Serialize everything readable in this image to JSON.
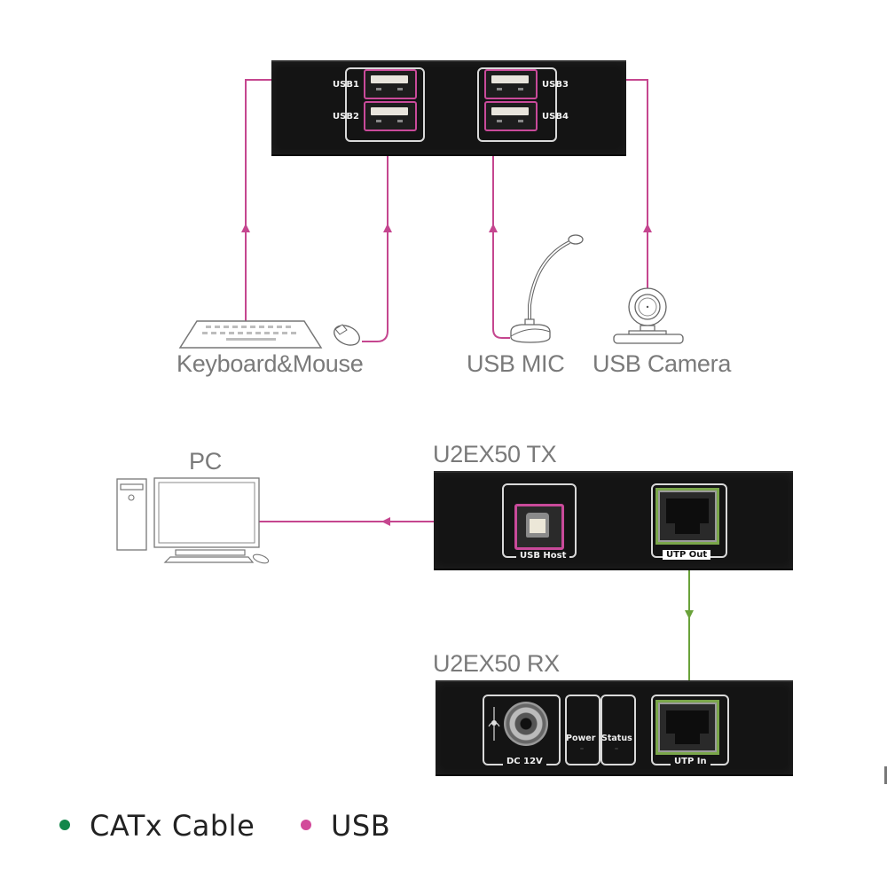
{
  "colors": {
    "usb_line": "#c5468f",
    "catx_line": "#6aa23a",
    "label_gray": "#7a7a7a",
    "panel_black": "#141414",
    "legend_green": "#12874a",
    "legend_pink": "#d24a9a"
  },
  "hub_panel": {
    "ports": [
      {
        "id": "usb1",
        "label": "USB1"
      },
      {
        "id": "usb2",
        "label": "USB2"
      },
      {
        "id": "usb3",
        "label": "USB3"
      },
      {
        "id": "usb4",
        "label": "USB4"
      }
    ]
  },
  "peripherals": {
    "keyboard_mouse": {
      "label": "Keyboard&Mouse",
      "icons": [
        "keyboard-icon",
        "mouse-icon"
      ]
    },
    "mic": {
      "label": "USB MIC",
      "icon": "microphone-icon"
    },
    "camera": {
      "label": "USB Camera",
      "icon": "webcam-icon"
    }
  },
  "pc": {
    "label": "PC",
    "icon": "desktop-computer-icon"
  },
  "tx": {
    "title": "U2EX50 TX",
    "ports": {
      "usb_host": "USB Host",
      "utp_out": "UTP Out"
    }
  },
  "rx": {
    "title": "U2EX50 RX",
    "ports": {
      "dc": "DC 12V",
      "power": "Power",
      "status": "Status",
      "utp_in": "UTP In"
    }
  },
  "legend": [
    {
      "label": "CATx Cable",
      "color": "#12874a"
    },
    {
      "label": "USB",
      "color": "#d24a9a"
    }
  ]
}
